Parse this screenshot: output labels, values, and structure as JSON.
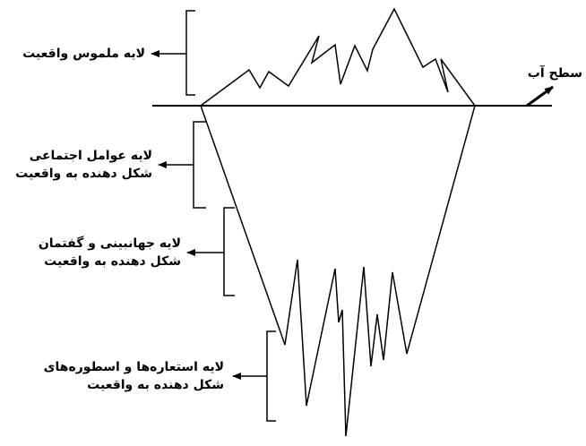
{
  "diagram": {
    "title": "",
    "water_surface_label": "سطح آب",
    "layers": [
      {
        "id": "tangible-reality",
        "lines": [
          "لایه ملموس واقعیت"
        ]
      },
      {
        "id": "social-factors",
        "lines": [
          "لایه عوامل اجتماعی",
          "شکل دهنده به واقعیت"
        ]
      },
      {
        "id": "worldview-discourse",
        "lines": [
          "لایه جهانبینی و گفتمان",
          "شکل دهنده به واقعیت"
        ]
      },
      {
        "id": "metaphors-myths",
        "lines": [
          "لایه استعاره‌ها و اسطوره‌های",
          "شکل دهنده به واقعیت"
        ]
      }
    ]
  }
}
